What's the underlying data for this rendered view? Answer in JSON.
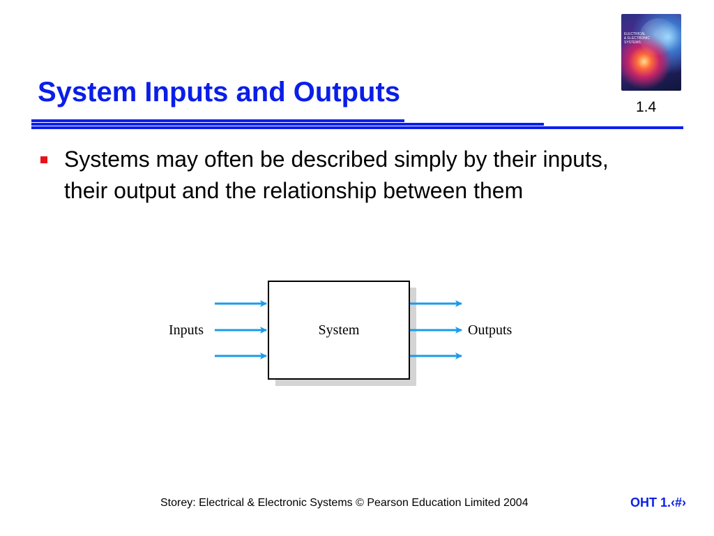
{
  "slide": {
    "title": "System Inputs and Outputs",
    "number": "1.4",
    "bullets": [
      "Systems may often be described simply by their inputs, their output and the relationship between them"
    ]
  },
  "cover": {
    "lines": [
      "ELECTRICAL",
      "& ELECTRONIC",
      "SYSTEMS"
    ]
  },
  "diagram": {
    "box_label": "System",
    "input_label": "Inputs",
    "output_label": "Outputs",
    "input_arrow_count": 3,
    "output_arrow_count": 3,
    "arrow_color": "#1a9be8"
  },
  "footer": {
    "credit": "Storey: Electrical & Electronic Systems © Pearson Education Limited 2004",
    "oht": "OHT 1.‹#›"
  },
  "colors": {
    "title": "#0a1ee8",
    "bullet": "#e8121b",
    "rule": "#0b1ef0"
  }
}
